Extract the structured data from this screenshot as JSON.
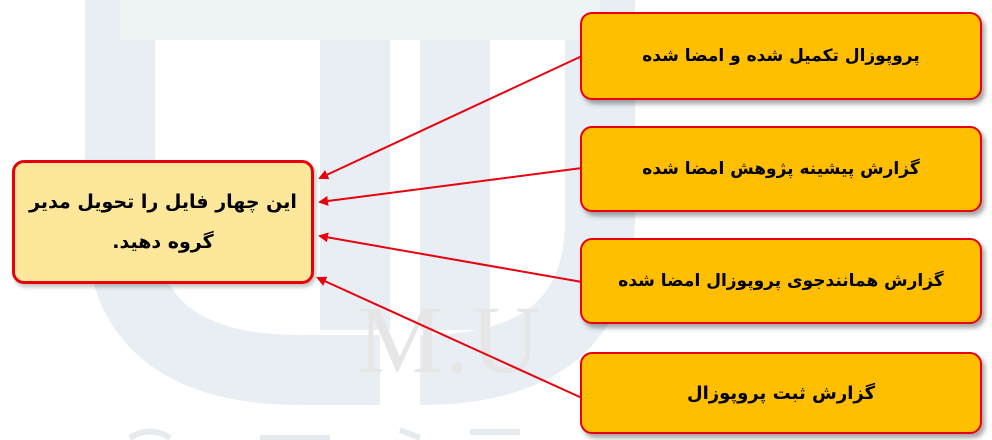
{
  "watermark": {
    "text": "M.U"
  },
  "source": {
    "text": "این چهار فایل را تحویل مدیر گروه دهید."
  },
  "targets": [
    {
      "text": "پروپوزال تکمیل شده و امضا شده"
    },
    {
      "text": "گزارش پیشینه پژوهش امضا شده"
    },
    {
      "text": "گزارش همانندجوی پروپوزال امضا شده"
    },
    {
      "text": "گزارش ثبت پروپوزال"
    }
  ],
  "colors": {
    "border": "#e8000d",
    "arrow": "#e8000d",
    "source_fill": "#fde79a",
    "target_fill": "#ffbf00",
    "watermark": "#e6e6e6"
  }
}
